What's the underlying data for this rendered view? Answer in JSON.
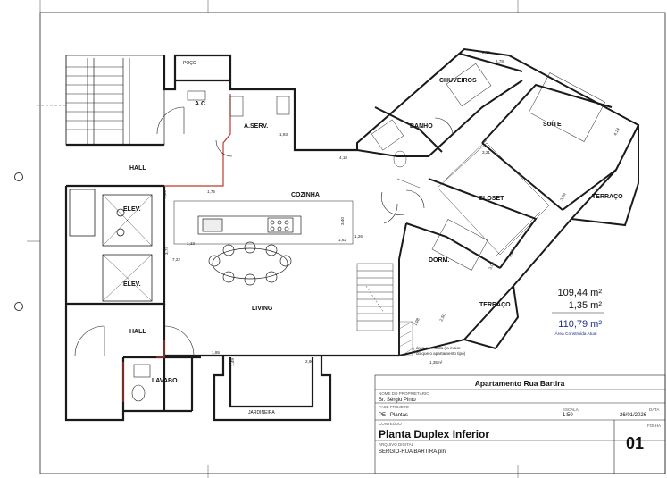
{
  "drawing": {
    "rooms": {
      "poco": "POÇO",
      "ac": "A.C.",
      "a_serv": "A.SERV.",
      "hall_top": "HALL",
      "cozinha": "COZINHA",
      "elev_top": "ELEV.",
      "elev_bottom": "ELEV.",
      "living": "LIVING",
      "hall_bottom": "HALL",
      "lavabo": "LAVABO",
      "jardineira": "JARDINEIRA",
      "chuveiros": "CHUVEIROS",
      "banho": "BANHO",
      "suite": "SUÍTE",
      "closet": "CLOSET",
      "terraco_right": "TERRAÇO",
      "dorm": "DORM.",
      "terraco_bottom": "TERRAÇO"
    },
    "dimensions": {
      "d_1_93": "1,93",
      "d_4_18": "4,18",
      "d_1_75": "1,75",
      "d_1_29": "1,29",
      "d_1_13": "1,13",
      "d_3_74": "3,74",
      "d_7_22": "7,22",
      "d_1_26": "1,26",
      "d_1_62": "1,62",
      "d_1_95": "1,95",
      "d_1_49": "1,49",
      "d_2_96": "2,96",
      "d_3_40": "3,40",
      "d_2_12": "2,12",
      "d_2_78": "2,78",
      "d_4_24": "4,24",
      "d_3_09": "3,09",
      "d_2_20": "2,20",
      "d_3_03": "3,03",
      "d_1_98": "1,98",
      "d_2_50": "2,50",
      "d_3_21": "3,21"
    },
    "note_line1": "área acrescida ( a maior",
    "note_line2": "do que o apartamento tipo)",
    "note_area": "1,35m²"
  },
  "areas": {
    "area1": "109,44 m²",
    "area2": "1,35 m²",
    "total": "110,79 m²",
    "total_label": "Área Construída Atual",
    "accent_color": "#1e2f8a"
  },
  "title_block": {
    "project_name": "Apartamento Rua Bartira",
    "owner_label": "NOME DO PROPRIETÁRIO",
    "owner": "Sr. Sérgio Pinto",
    "phase_label": "FASE PROJETO",
    "phase": "PE | Plantas",
    "scale_label": "ESCALA",
    "scale": "1:50",
    "date_label": "DATA",
    "date": "26/01/2026",
    "content_label": "CONTEÚDO",
    "content": "Planta Duplex Inferior",
    "sheet_label": "FOLHA",
    "sheet": "01",
    "file_label": "ARQUIVO DIGITAL",
    "file": "SERGIO-RUA BARTIRA.pln"
  }
}
